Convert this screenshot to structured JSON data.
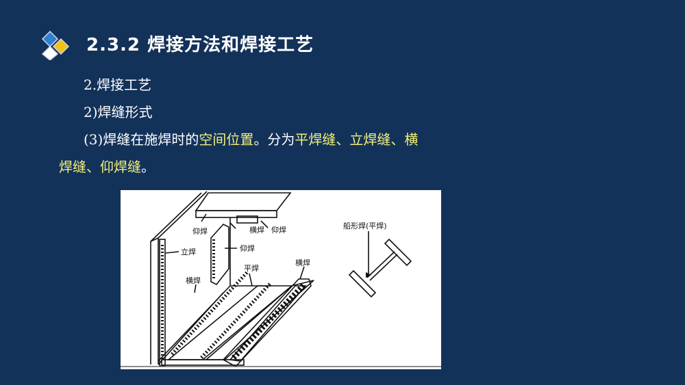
{
  "slide": {
    "title": "2.3.2  焊接方法和焊接工艺",
    "logo_colors": {
      "blue": "#2f7fd2",
      "yellow": "#f2c21b",
      "white": "#ffffff"
    },
    "background_color": "#13325a",
    "highlight_color": "#f3f07a"
  },
  "content": {
    "line1": "2.焊接工艺",
    "line2": "2)焊缝形式",
    "line3": {
      "part1": "(3)焊缝在施焊时的",
      "hl1": "空间位置",
      "part2": "。分为",
      "hl2": "平焊缝、立焊缝、横",
      "hl3": "焊缝、仰焊缝",
      "end": "。"
    }
  },
  "figure": {
    "labels": {
      "overhead_top": "仰焊",
      "horizontal_top": "横焊",
      "overhead_right": "仰焊",
      "vertical": "立焊",
      "overhead_mid": "仰焊",
      "flat": "平焊",
      "horizontal_right": "横焊",
      "horizontal_left": "横焊",
      "boat": "船形焊(平焊)"
    }
  }
}
